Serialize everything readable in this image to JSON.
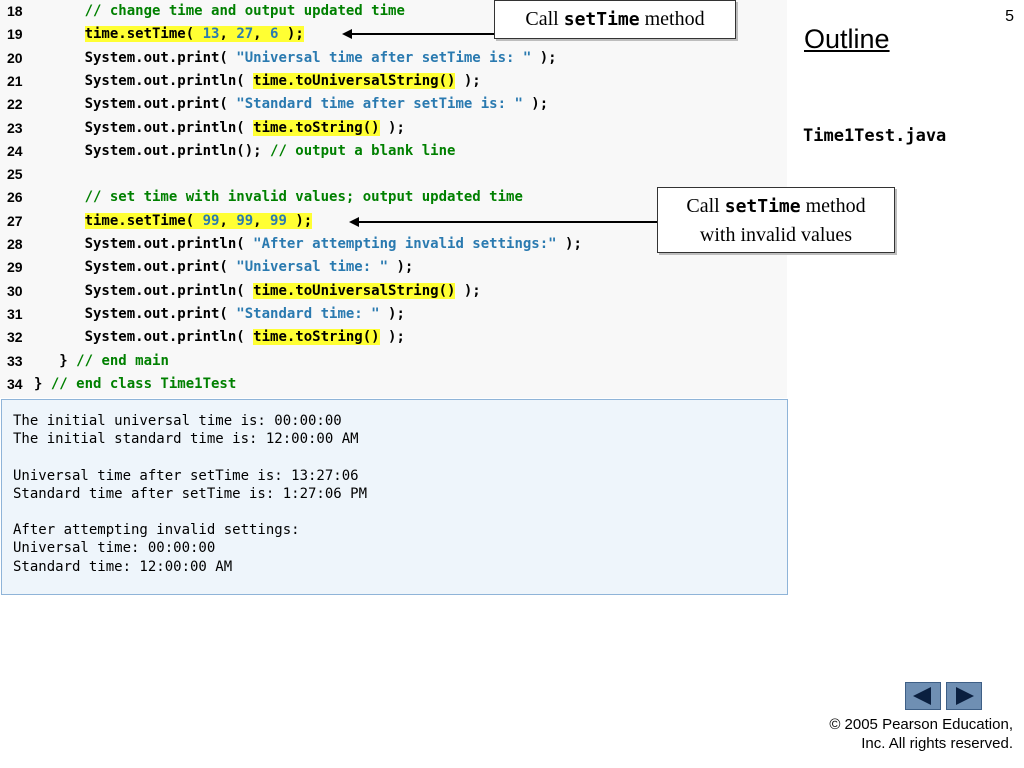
{
  "slide_number": "5",
  "outline_title": "Outline",
  "file_name": "Time1Test.java",
  "code_lines": [
    {
      "num": "18",
      "tokens": [
        {
          "t": "      ",
          "c": "plain"
        },
        {
          "t": "// change time and output updated time",
          "c": "comment"
        }
      ]
    },
    {
      "num": "19",
      "tokens": [
        {
          "t": "      ",
          "c": "plain"
        },
        {
          "t": "time.setTime( ",
          "c": "hl"
        },
        {
          "t": "13",
          "c": "hl-num"
        },
        {
          "t": ", ",
          "c": "hl"
        },
        {
          "t": "27",
          "c": "hl-num"
        },
        {
          "t": ", ",
          "c": "hl"
        },
        {
          "t": "6",
          "c": "hl-num"
        },
        {
          "t": " );",
          "c": "hl"
        }
      ]
    },
    {
      "num": "20",
      "tokens": [
        {
          "t": "      System.out.print( ",
          "c": "plain"
        },
        {
          "t": "\"Universal time after setTime is: \"",
          "c": "string"
        },
        {
          "t": " );",
          "c": "plain"
        }
      ]
    },
    {
      "num": "21",
      "tokens": [
        {
          "t": "      System.out.println( ",
          "c": "plain"
        },
        {
          "t": "time.toUniversalString()",
          "c": "hl"
        },
        {
          "t": " );",
          "c": "plain"
        }
      ]
    },
    {
      "num": "22",
      "tokens": [
        {
          "t": "      System.out.print( ",
          "c": "plain"
        },
        {
          "t": "\"Standard time after setTime is: \"",
          "c": "string"
        },
        {
          "t": " );",
          "c": "plain"
        }
      ]
    },
    {
      "num": "23",
      "tokens": [
        {
          "t": "      System.out.println( ",
          "c": "plain"
        },
        {
          "t": "time.toString()",
          "c": "hl"
        },
        {
          "t": " );",
          "c": "plain"
        }
      ]
    },
    {
      "num": "24",
      "tokens": [
        {
          "t": "      System.out.println(); ",
          "c": "plain"
        },
        {
          "t": "// output a blank line",
          "c": "comment"
        }
      ]
    },
    {
      "num": "25",
      "tokens": []
    },
    {
      "num": "26",
      "tokens": [
        {
          "t": "      ",
          "c": "plain"
        },
        {
          "t": "// set time with invalid values; output updated time",
          "c": "comment"
        }
      ]
    },
    {
      "num": "27",
      "tokens": [
        {
          "t": "      ",
          "c": "plain"
        },
        {
          "t": "time.setTime( ",
          "c": "hl"
        },
        {
          "t": "99",
          "c": "hl-num"
        },
        {
          "t": ", ",
          "c": "hl"
        },
        {
          "t": "99",
          "c": "hl-num"
        },
        {
          "t": ", ",
          "c": "hl"
        },
        {
          "t": "99",
          "c": "hl-num"
        },
        {
          "t": " );",
          "c": "hl"
        }
      ]
    },
    {
      "num": "28",
      "tokens": [
        {
          "t": "      System.out.println( ",
          "c": "plain"
        },
        {
          "t": "\"After attempting invalid settings:\"",
          "c": "string"
        },
        {
          "t": " );",
          "c": "plain"
        }
      ]
    },
    {
      "num": "29",
      "tokens": [
        {
          "t": "      System.out.print( ",
          "c": "plain"
        },
        {
          "t": "\"Universal time: \"",
          "c": "string"
        },
        {
          "t": " );",
          "c": "plain"
        }
      ]
    },
    {
      "num": "30",
      "tokens": [
        {
          "t": "      System.out.println( ",
          "c": "plain"
        },
        {
          "t": "time.toUniversalString()",
          "c": "hl"
        },
        {
          "t": " );",
          "c": "plain"
        }
      ]
    },
    {
      "num": "31",
      "tokens": [
        {
          "t": "      System.out.print( ",
          "c": "plain"
        },
        {
          "t": "\"Standard time: \"",
          "c": "string"
        },
        {
          "t": " );",
          "c": "plain"
        }
      ]
    },
    {
      "num": "32",
      "tokens": [
        {
          "t": "      System.out.println( ",
          "c": "plain"
        },
        {
          "t": "time.toString()",
          "c": "hl"
        },
        {
          "t": " );",
          "c": "plain"
        }
      ]
    },
    {
      "num": "33",
      "tokens": [
        {
          "t": "   } ",
          "c": "plain"
        },
        {
          "t": "// end main",
          "c": "comment"
        }
      ]
    },
    {
      "num": "34",
      "tokens": [
        {
          "t": "} ",
          "c": "plain"
        },
        {
          "t": "// end class Time1Test",
          "c": "comment"
        }
      ]
    }
  ],
  "output_lines": [
    "The initial universal time is: 00:00:00",
    "The initial standard time is: 12:00:00 AM",
    "",
    "Universal time after setTime is: 13:27:06",
    "Standard time after setTime is: 1:27:06 PM",
    "",
    "After attempting invalid settings:",
    "Universal time: 00:00:00",
    "Standard time: 12:00:00 AM"
  ],
  "callout1": {
    "prefix": "Call ",
    "code": "setTime",
    "suffix": " method"
  },
  "callout2": {
    "prefix": "Call ",
    "code": "setTime",
    "suffix": " method",
    "line2": "with invalid values"
  },
  "copyright": {
    "line1": "© 2005 Pearson Education,",
    "line2": "Inc.  All rights reserved."
  },
  "nav": {
    "prev_icon": "triangle-left-icon",
    "next_icon": "triangle-right-icon"
  },
  "colors": {
    "highlight": "#ffff33",
    "comment": "#008000",
    "string": "#2a7ab0",
    "nav": "#6f8fb3"
  }
}
